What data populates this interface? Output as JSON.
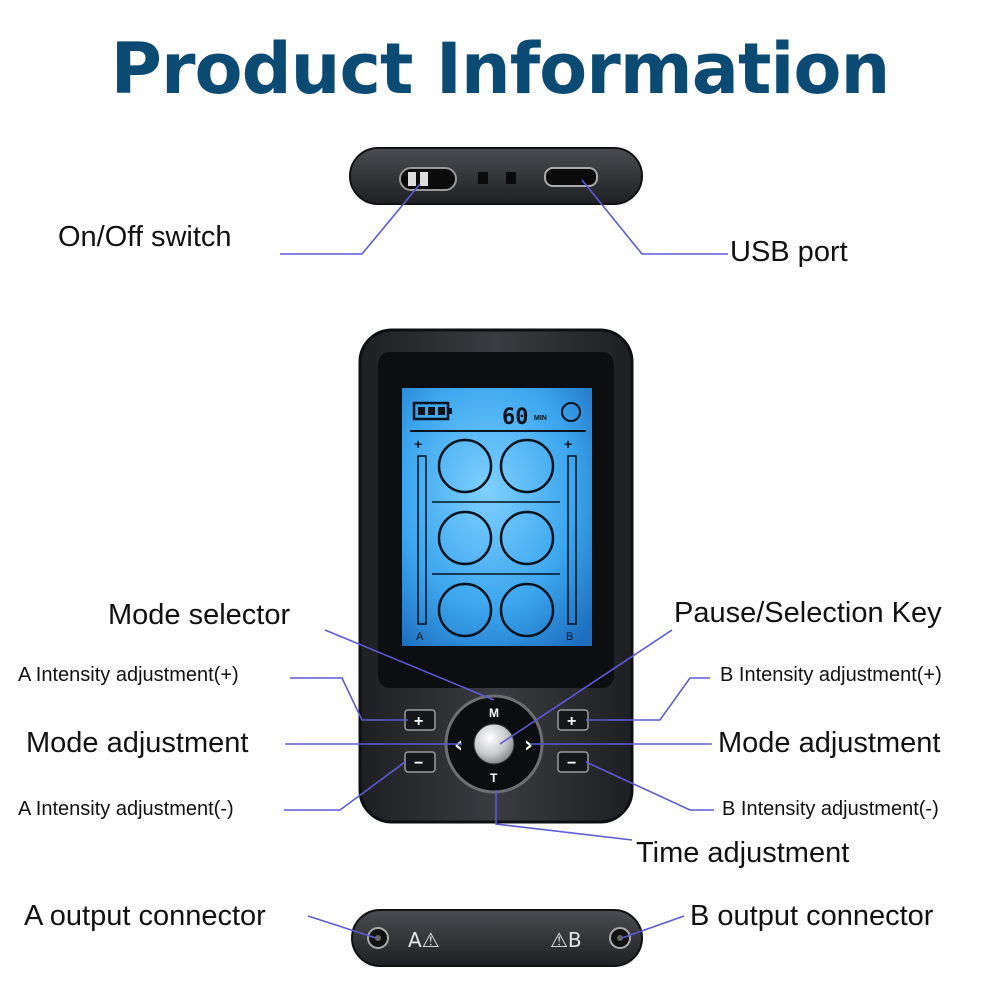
{
  "title": "Product Information",
  "colors": {
    "title": "#0b4a72",
    "leader": "#5a5ad6",
    "screen": "#38a8f2",
    "body": "#2b2d31"
  },
  "labels": {
    "on_off_switch": "On/Off switch",
    "usb_port": "USB port",
    "mode_selector": "Mode selector",
    "pause_selection": "Pause/Selection Key",
    "a_plus": "A Intensity adjustment(+)",
    "b_plus": "B Intensity adjustment(+)",
    "mode_adj_left": "Mode adjustment",
    "mode_adj_right": "Mode adjustment",
    "a_minus": "A Intensity adjustment(-)",
    "b_minus": "B Intensity adjustment(-)",
    "time_adj": "Time adjustment",
    "a_output": "A output connector",
    "b_output": "B output connector"
  },
  "device": {
    "timer": "60",
    "timer_unit": "MIN",
    "channel_a": "A",
    "channel_b": "B",
    "plus_glyph": "+",
    "minus_glyph": "−",
    "key_m": "M",
    "key_t": "T",
    "key_left": "‹",
    "key_right": "›",
    "plug_a": "A⚠",
    "plug_b": "⚠B"
  }
}
